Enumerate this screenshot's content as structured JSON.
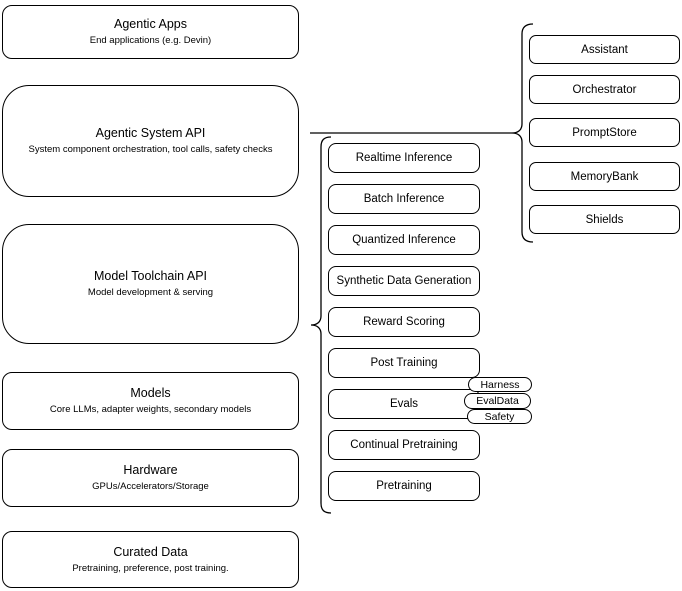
{
  "diagram": {
    "left_column": {
      "boxes": [
        {
          "title": "Agentic Apps",
          "subtitle": "End applications (e.g. Devin)"
        },
        {
          "title": "Agentic System API",
          "subtitle": "System component orchestration, tool calls, safety checks"
        },
        {
          "title": "Model Toolchain API",
          "subtitle": "Model development & serving"
        },
        {
          "title": "Models",
          "subtitle": "Core LLMs, adapter weights, secondary models"
        },
        {
          "title": "Hardware",
          "subtitle": "GPUs/Accelerators/Storage"
        },
        {
          "title": "Curated Data",
          "subtitle": "Pretraining, preference, post training."
        }
      ]
    },
    "toolchain_components": {
      "items": [
        {
          "label": "Realtime Inference"
        },
        {
          "label": "Batch Inference"
        },
        {
          "label": "Quantized Inference"
        },
        {
          "label": "Synthetic Data Generation"
        },
        {
          "label": "Reward Scoring"
        },
        {
          "label": "Post Training"
        },
        {
          "label": "Evals"
        },
        {
          "label": "Continual Pretraining"
        },
        {
          "label": "Pretraining"
        }
      ],
      "eval_tags": [
        {
          "label": "Harness"
        },
        {
          "label": "EvalData"
        },
        {
          "label": "Safety"
        }
      ]
    },
    "system_components": {
      "items": [
        {
          "label": "Assistant"
        },
        {
          "label": "Orchestrator"
        },
        {
          "label": "PromptStore"
        },
        {
          "label": "MemoryBank"
        },
        {
          "label": "Shields"
        }
      ]
    },
    "colors": {
      "stroke": "#000000",
      "background": "#ffffff",
      "text": "#000000"
    }
  }
}
